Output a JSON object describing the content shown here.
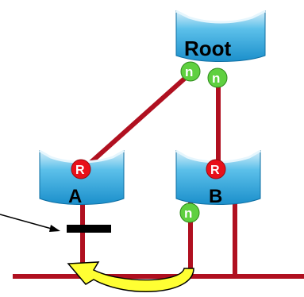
{
  "diagram": {
    "switches": {
      "root": {
        "label": "Root"
      },
      "a": {
        "label": "A"
      },
      "b": {
        "label": "B"
      }
    },
    "ports": {
      "root_port_label": "R",
      "designated_port_label": "n"
    },
    "colors": {
      "link": "#b01020",
      "switch_body": "#1e9fd8",
      "switch_top": "#bfe4f6",
      "root_port": "#e8101a",
      "designated_port": "#5fd040",
      "loop_arrow": "#ffff33",
      "blocked_bar": "#000000"
    }
  }
}
